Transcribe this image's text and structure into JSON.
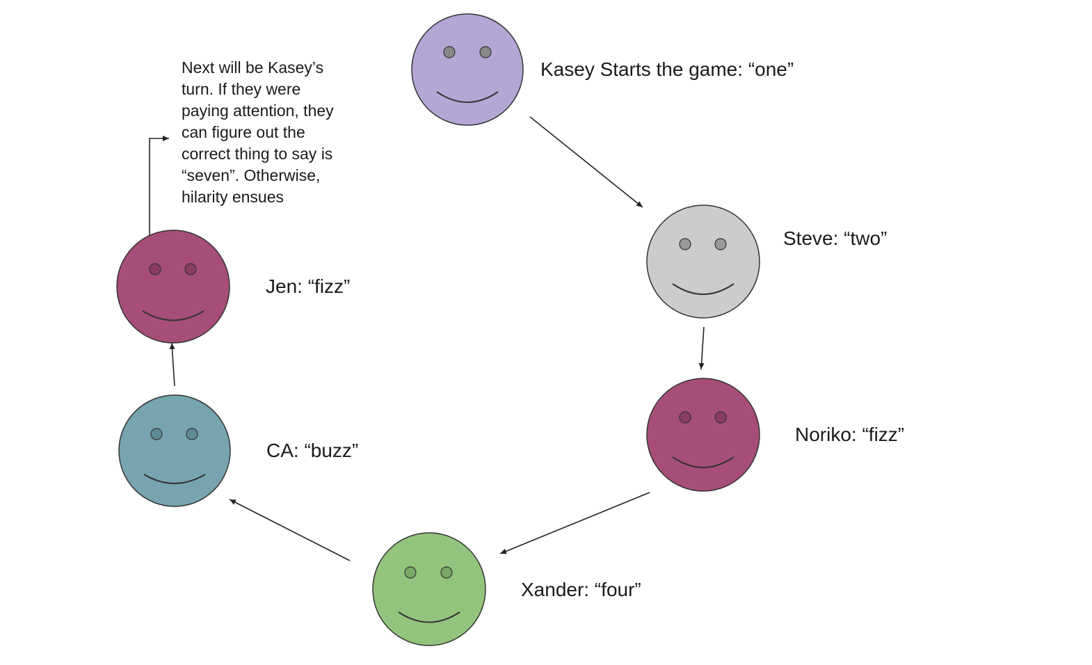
{
  "players": [
    {
      "id": "kasey",
      "label": "Kasey Starts the game: “one”",
      "color": "#b4a7d6"
    },
    {
      "id": "steve",
      "label": "Steve: “two”",
      "color": "#cccccc"
    },
    {
      "id": "noriko",
      "label": "Noriko: “fizz”",
      "color": "#a64d79"
    },
    {
      "id": "xander",
      "label": "Xander: “four”",
      "color": "#93c47d"
    },
    {
      "id": "ca",
      "label": "CA: “buzz”",
      "color": "#76a5af"
    },
    {
      "id": "jen",
      "label": "Jen: “fizz”",
      "color": "#a64d79"
    }
  ],
  "note": {
    "lines": [
      "Next will be Kasey’s",
      "turn. If they were",
      "paying attention, they",
      "can figure out the",
      "correct thing to say is",
      "“seven”. Otherwise,",
      "hilarity ensues"
    ]
  },
  "colors": {
    "outline": "#333333",
    "eye": "#888888",
    "arrow": "#222222"
  }
}
